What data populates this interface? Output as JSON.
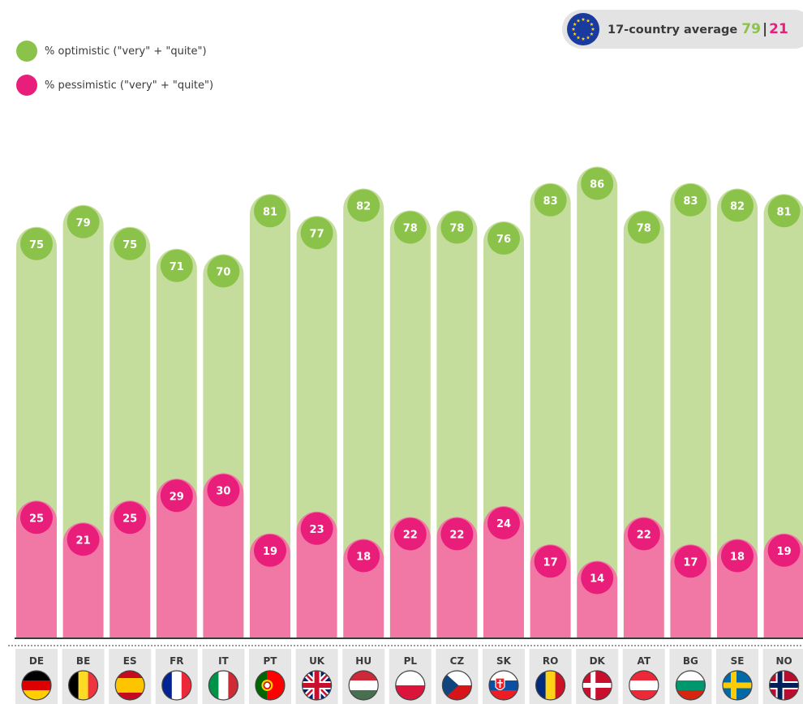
{
  "legend": {
    "optimistic": "% optimistic (\"very\" + \"quite\")",
    "pessimistic": "% pessimistic (\"very\" + \"quite\")"
  },
  "average": {
    "label": "17-country average",
    "optimistic": "79",
    "separator": "|",
    "pessimistic": "21"
  },
  "colors": {
    "optimistic_bar": "#c5dd9c",
    "optimistic_dot": "#8bc34a",
    "pessimistic_bar": "#f177a4",
    "pessimistic_dot": "#e91e7a",
    "eu_blue": "#1a3a9e",
    "eu_stars": "#ffd600"
  },
  "chart_data": {
    "type": "bar",
    "categories": [
      "DE",
      "BE",
      "ES",
      "FR",
      "IT",
      "PT",
      "UK",
      "HU",
      "PL",
      "CZ",
      "SK",
      "RO",
      "DK",
      "AT",
      "BG",
      "SE",
      "NO"
    ],
    "series": [
      {
        "name": "% optimistic (\"very\" + \"quite\")",
        "values": [
          75,
          79,
          75,
          71,
          70,
          81,
          77,
          82,
          78,
          78,
          76,
          83,
          86,
          78,
          83,
          82,
          81
        ]
      },
      {
        "name": "% pessimistic (\"very\" + \"quite\")",
        "values": [
          25,
          21,
          25,
          29,
          30,
          19,
          23,
          18,
          22,
          22,
          24,
          17,
          14,
          22,
          17,
          18,
          19
        ]
      }
    ],
    "ylim": [
      0,
      100
    ],
    "title": "",
    "xlabel": "",
    "ylabel": ""
  },
  "flags": [
    {
      "code": "DE",
      "icon": "germany-flag-icon"
    },
    {
      "code": "BE",
      "icon": "belgium-flag-icon"
    },
    {
      "code": "ES",
      "icon": "spain-flag-icon"
    },
    {
      "code": "FR",
      "icon": "france-flag-icon"
    },
    {
      "code": "IT",
      "icon": "italy-flag-icon"
    },
    {
      "code": "PT",
      "icon": "portugal-flag-icon"
    },
    {
      "code": "UK",
      "icon": "uk-flag-icon"
    },
    {
      "code": "HU",
      "icon": "hungary-flag-icon"
    },
    {
      "code": "PL",
      "icon": "poland-flag-icon"
    },
    {
      "code": "CZ",
      "icon": "czech-flag-icon"
    },
    {
      "code": "SK",
      "icon": "slovakia-flag-icon"
    },
    {
      "code": "RO",
      "icon": "romania-flag-icon"
    },
    {
      "code": "DK",
      "icon": "denmark-flag-icon"
    },
    {
      "code": "AT",
      "icon": "austria-flag-icon"
    },
    {
      "code": "BG",
      "icon": "bulgaria-flag-icon"
    },
    {
      "code": "SE",
      "icon": "sweden-flag-icon"
    },
    {
      "code": "NO",
      "icon": "norway-flag-icon"
    }
  ]
}
